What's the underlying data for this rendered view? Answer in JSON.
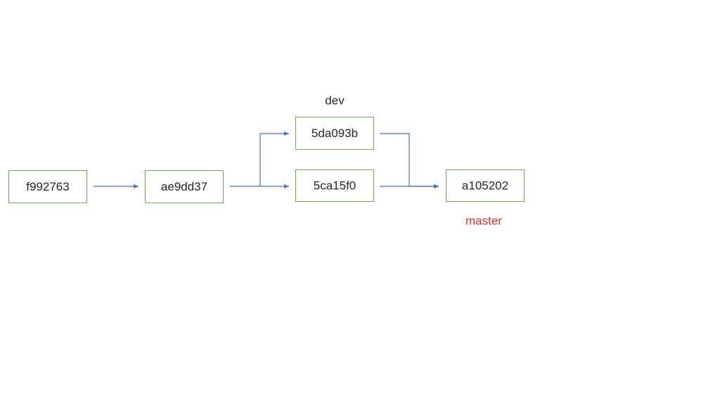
{
  "commits": [
    {
      "id": "c1",
      "label": "f992763"
    },
    {
      "id": "c2",
      "label": "ae9dd37"
    },
    {
      "id": "c3",
      "label": "5da093b"
    },
    {
      "id": "c4",
      "label": "5ca15f0"
    },
    {
      "id": "c5",
      "label": "a105202"
    }
  ],
  "edges": [
    {
      "from": "c1",
      "to": "c2"
    },
    {
      "from": "c2",
      "to": "c3"
    },
    {
      "from": "c2",
      "to": "c4"
    },
    {
      "from": "c3",
      "to": "c5"
    },
    {
      "from": "c4",
      "to": "c5"
    }
  ],
  "branches": {
    "dev": {
      "label": "dev",
      "commit": "c3",
      "color": "#262626"
    },
    "master": {
      "label": "master",
      "commit": "c5",
      "color": "#e03030"
    }
  },
  "colors": {
    "box_border": "#70ad47",
    "edge": "#4472c4",
    "text": "#262626"
  }
}
